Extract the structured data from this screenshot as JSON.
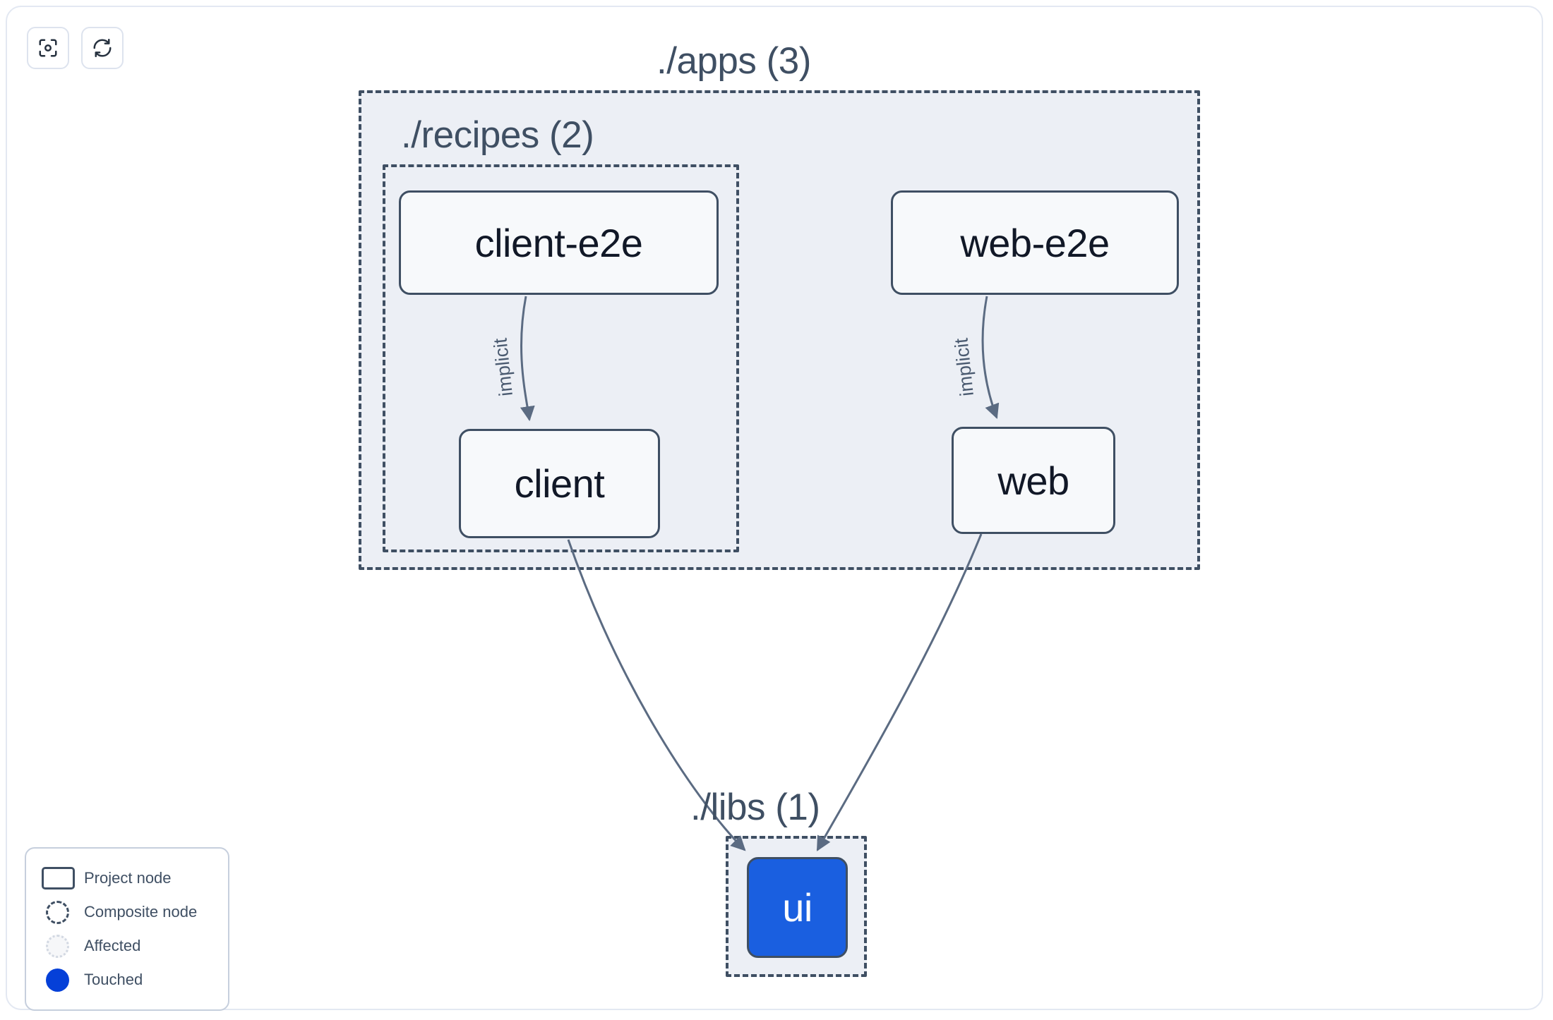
{
  "toolbar": {
    "buttons": [
      {
        "name": "focus-graph-button",
        "icon": "focus-scan-icon",
        "label": ""
      },
      {
        "name": "refresh-graph-button",
        "icon": "refresh-icon",
        "label": ""
      }
    ]
  },
  "graph": {
    "composites": [
      {
        "id": "apps",
        "label": "./apps (3)",
        "count": 3
      },
      {
        "id": "recipes",
        "label": "./recipes (2)",
        "count": 2
      },
      {
        "id": "libs",
        "label": "./libs (1)",
        "count": 1
      }
    ],
    "nodes": [
      {
        "id": "client-e2e",
        "label": "client-e2e",
        "state": "normal",
        "parent": "recipes"
      },
      {
        "id": "client",
        "label": "client",
        "state": "normal",
        "parent": "recipes"
      },
      {
        "id": "web-e2e",
        "label": "web-e2e",
        "state": "normal",
        "parent": "apps"
      },
      {
        "id": "web",
        "label": "web",
        "state": "normal",
        "parent": "apps"
      },
      {
        "id": "ui",
        "label": "ui",
        "state": "touched",
        "parent": "libs"
      }
    ],
    "edges": [
      {
        "from": "client-e2e",
        "to": "client",
        "label": "implicit"
      },
      {
        "from": "web-e2e",
        "to": "web",
        "label": "implicit"
      },
      {
        "from": "client",
        "to": "ui",
        "label": ""
      },
      {
        "from": "web",
        "to": "ui",
        "label": ""
      }
    ]
  },
  "legend": {
    "items": [
      {
        "glyph": "project-node-glyph",
        "label": "Project node"
      },
      {
        "glyph": "composite-node-glyph",
        "label": "Composite node"
      },
      {
        "glyph": "affected-glyph",
        "label": "Affected"
      },
      {
        "glyph": "touched-glyph",
        "label": "Touched"
      }
    ]
  },
  "colors": {
    "touched": "#0540d8",
    "node_border": "#3f4f63",
    "composite_fill": "#eceff5",
    "edge": "#5b6b82"
  }
}
